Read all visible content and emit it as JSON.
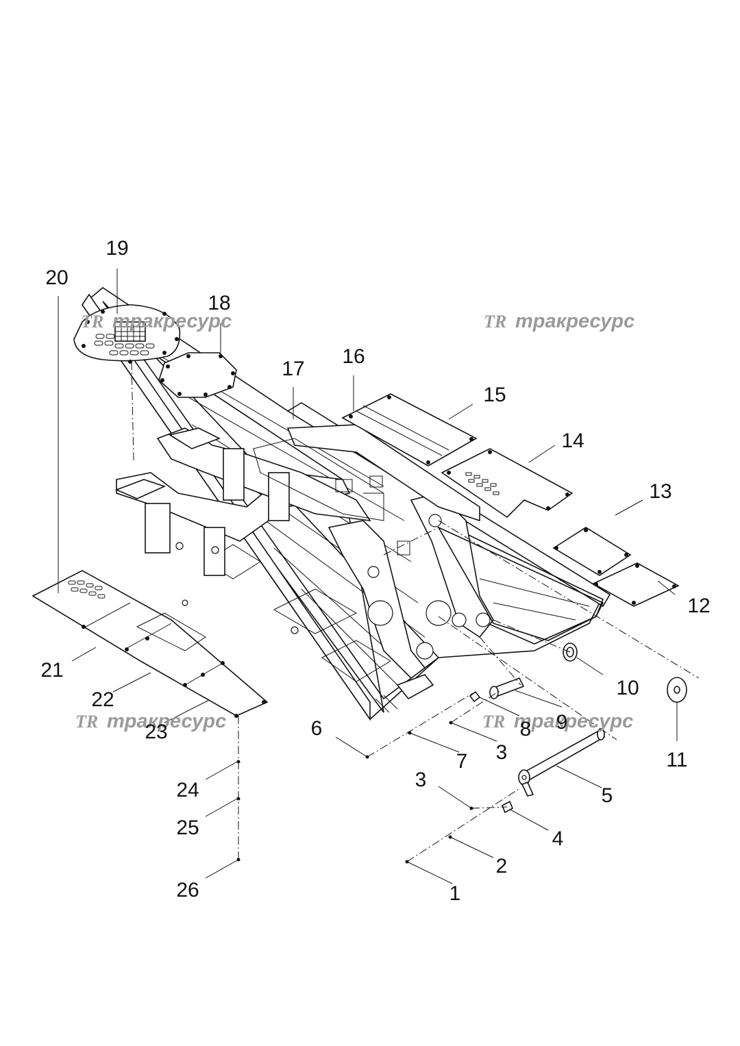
{
  "watermark": {
    "logo": "TR",
    "text": "тракресурс"
  },
  "callouts": [
    "1",
    "2",
    "3",
    "3",
    "4",
    "5",
    "6",
    "7",
    "8",
    "9",
    "10",
    "11",
    "12",
    "13",
    "14",
    "15",
    "16",
    "17",
    "18",
    "19",
    "20",
    "21",
    "22",
    "23",
    "24",
    "25",
    "26"
  ],
  "colors": {
    "line": "#111111",
    "watermark": "#9a9a9a",
    "background": "#ffffff"
  }
}
